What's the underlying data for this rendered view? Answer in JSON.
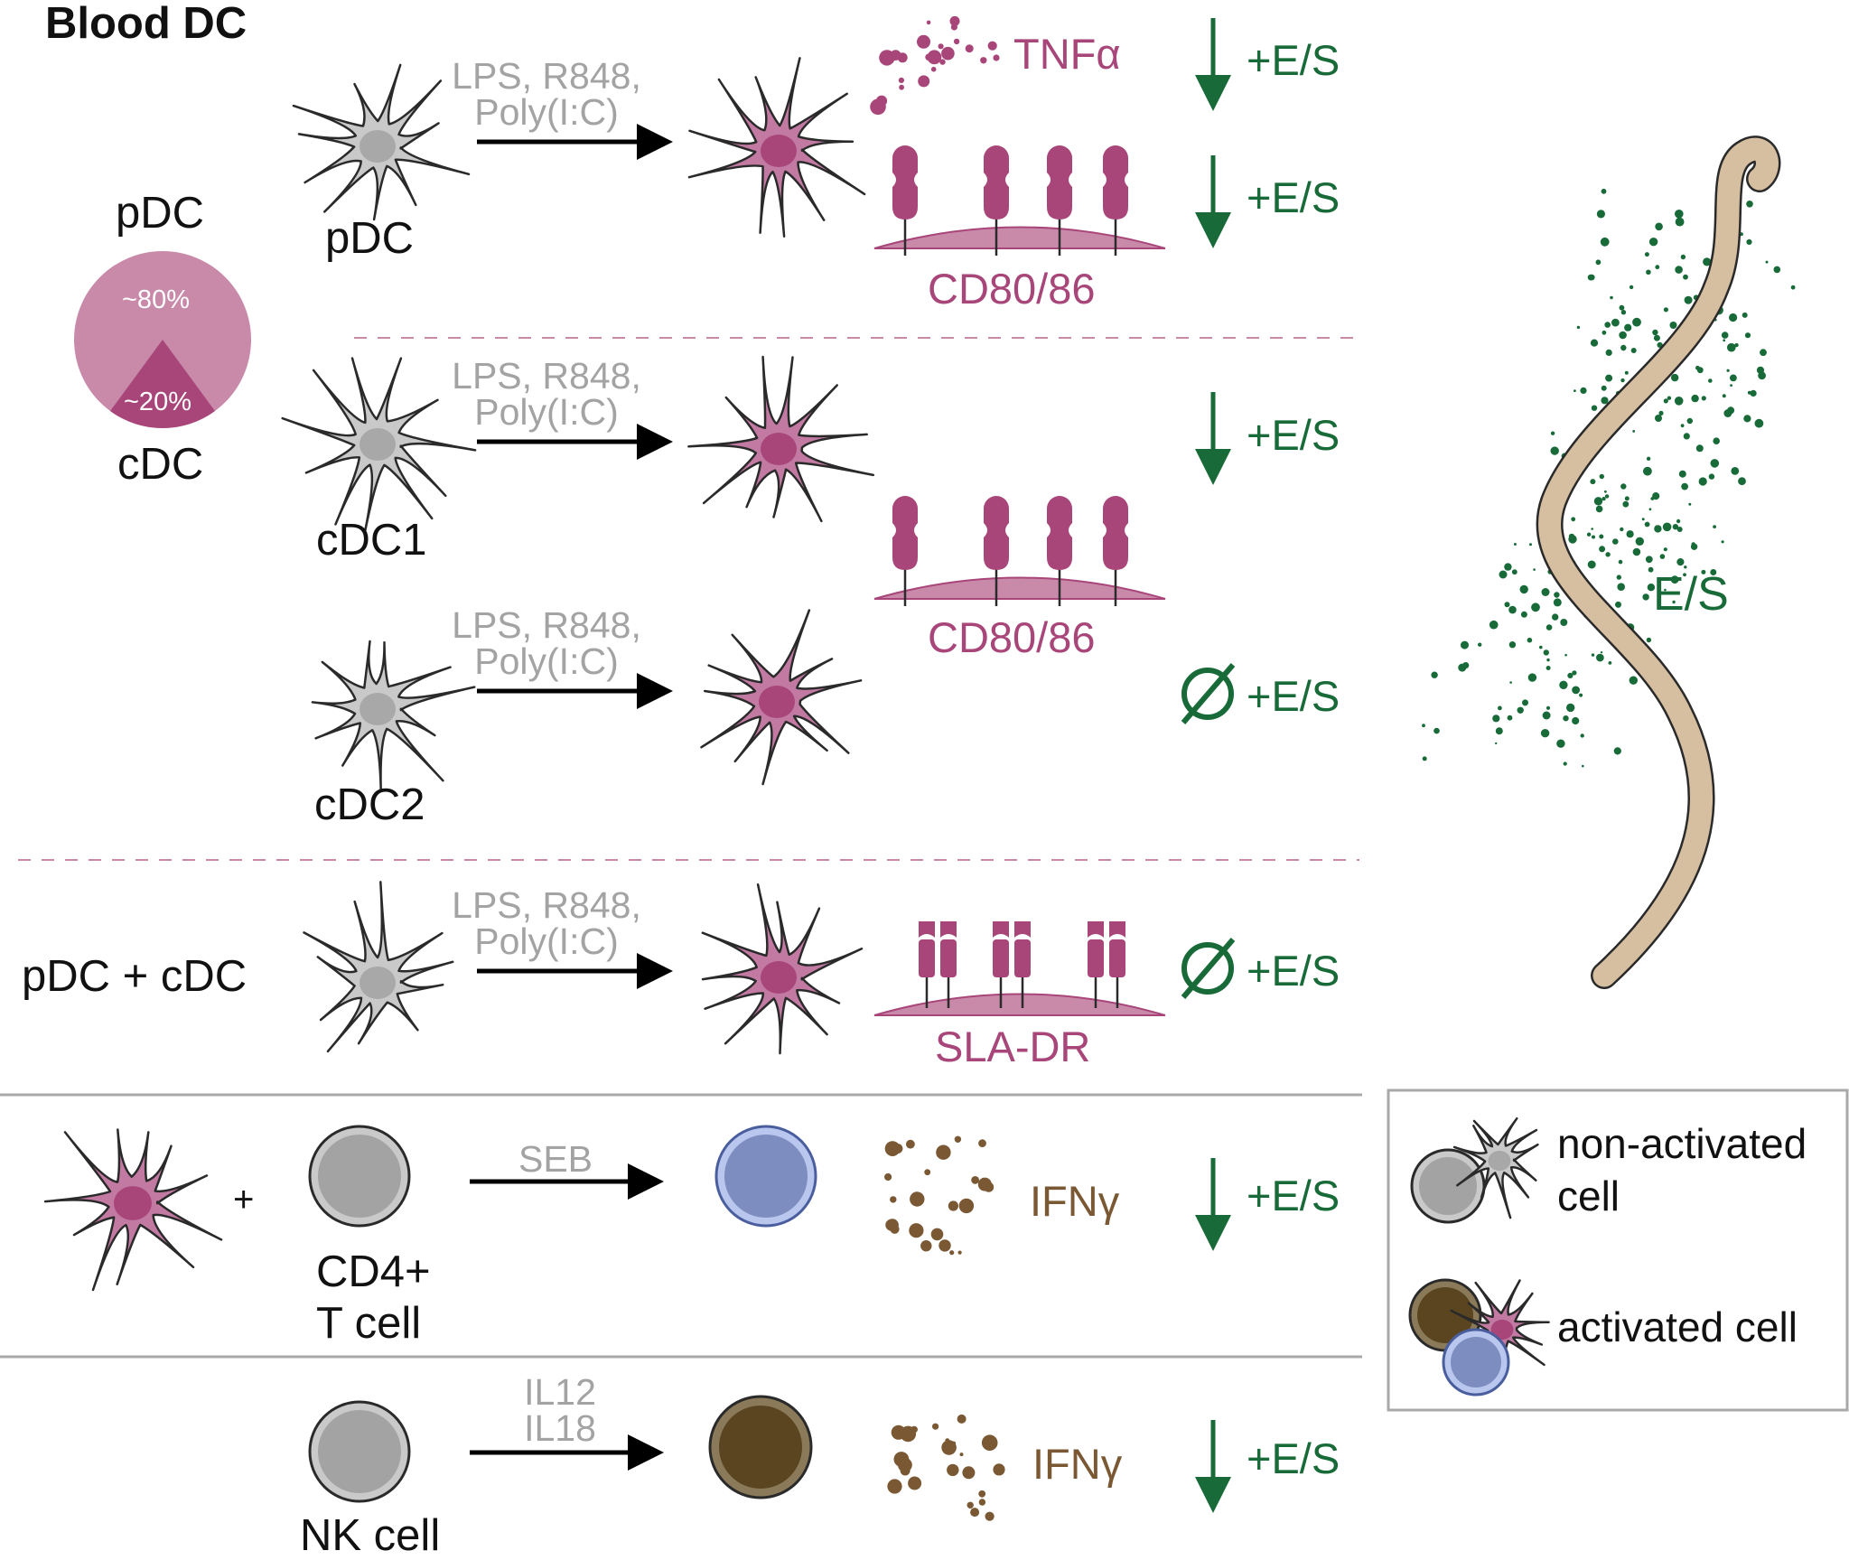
{
  "title": "Blood DC",
  "pie": {
    "top_label": "pDC",
    "bottom_label": "cDC",
    "major_pct": "~80%",
    "minor_pct": "~20%",
    "major_fraction": 0.8,
    "minor_fraction": 0.2
  },
  "stimulus": {
    "line1": "LPS, R848,",
    "line2": "Poly(I:C)"
  },
  "rows": {
    "pdc": {
      "cell": "pDC",
      "cytokine": "TNFα",
      "surface": "CD80/86",
      "effect1": "+E/S",
      "effect2": "+E/S"
    },
    "cdc1": {
      "cell": "cDC1",
      "effect": "+E/S"
    },
    "cdc2": {
      "cell": "cDC2",
      "effect": "+E/S"
    },
    "cdc_shared": {
      "surface": "CD80/86"
    },
    "mixed": {
      "cell": "pDC + cDC",
      "surface": "SLA-DR",
      "effect": "+E/S"
    }
  },
  "coculture": {
    "plus": "+",
    "target_line1": "CD4+",
    "target_line2": "T cell",
    "stimulus": "SEB",
    "cytokine": "IFNγ",
    "effect": "+E/S"
  },
  "nk": {
    "cell": "NK cell",
    "stim_line1": "IL12",
    "stim_line2": "IL18",
    "cytokine": "IFNγ",
    "effect": "+E/S"
  },
  "worm": {
    "label": "E/S"
  },
  "legend": {
    "nonactivated_line1": "non-activated",
    "nonactivated_line2": "cell",
    "activated": "activated cell"
  },
  "colors": {
    "magenta": "#a8467a",
    "magenta_light": "#c98aaa",
    "green": "#186b38",
    "brown": "#7a5833",
    "grey_cell": "#c9c9c9",
    "blue_cell": "#7d8dbf",
    "worm": "#d6bfa0"
  }
}
